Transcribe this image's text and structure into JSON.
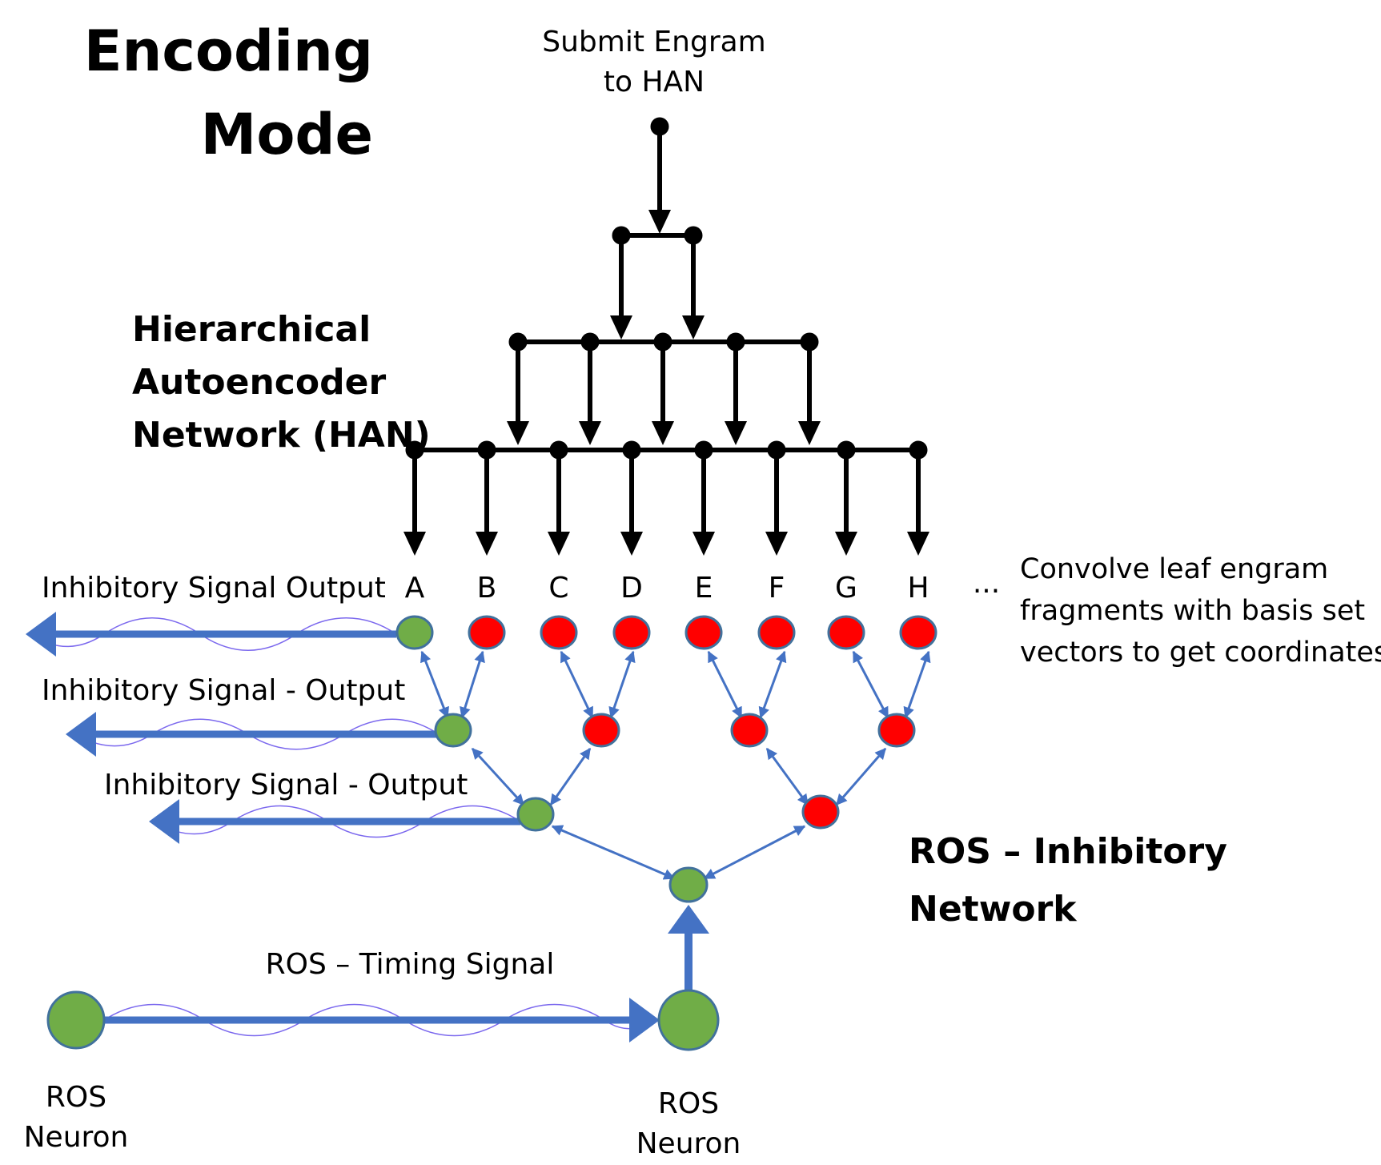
{
  "title": {
    "line1": "Encoding",
    "line2": "Mode"
  },
  "submit": {
    "line1": "Submit Engram",
    "line2": "to HAN"
  },
  "han": {
    "line1": "Hierarchical",
    "line2": "Autoencoder",
    "line3": "Network (HAN)"
  },
  "leaves": [
    "A",
    "B",
    "C",
    "D",
    "E",
    "F",
    "G",
    "H"
  ],
  "ellipsis": "...",
  "convolve": {
    "line1": "Convolve leaf engram",
    "line2": "fragments with basis set",
    "line3": "vectors to get coordinates"
  },
  "signals": {
    "output1": "Inhibitory Signal Output",
    "output2": "Inhibitory Signal  - Output",
    "output3": "Inhibitory Signal - Output",
    "timing": "ROS – Timing Signal"
  },
  "ros_network": {
    "line1": "ROS – Inhibitory",
    "line2": "Network"
  },
  "ros_neuron_left": {
    "line1": "ROS",
    "line2": "Neuron"
  },
  "ros_neuron_right": {
    "line1": "ROS",
    "line2": "Neuron"
  },
  "colors": {
    "active_node": "#70AD47",
    "inactive_node": "#FF0000",
    "signal_blue": "#4472C4",
    "wave": "#7B68EE",
    "tree_line": "#000000"
  }
}
